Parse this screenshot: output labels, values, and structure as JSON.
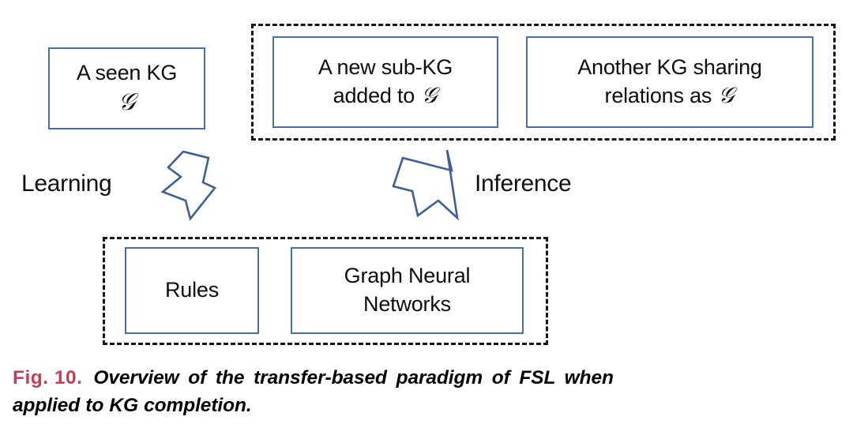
{
  "figure": {
    "caption_label": "Fig. 10.",
    "caption_text_line1": "Overview of the transfer-based paradigm of FSL when",
    "caption_text_line2": "applied to KG completion.",
    "accent_red": "#c04054",
    "box_blue": "#4472a8",
    "dash_black": "#161616"
  },
  "source_group": {
    "box": {
      "line1": "A seen KG",
      "symbol": "𝒢"
    }
  },
  "target_group": {
    "boxes": [
      {
        "line1": "A new sub-KG",
        "line2_prefix": "added to ",
        "line2_symbol": "𝒢"
      },
      {
        "line1": "Another KG sharing",
        "line2_prefix": "relations as ",
        "line2_symbol": "𝒢"
      }
    ]
  },
  "method_group": {
    "boxes": [
      {
        "line1": "Rules",
        "line2": ""
      },
      {
        "line1": "Graph Neural",
        "line2": "Networks"
      }
    ]
  },
  "arrows": [
    {
      "label": "Learning",
      "direction": "down-right"
    },
    {
      "label": "Inference",
      "direction": "up-right"
    }
  ]
}
